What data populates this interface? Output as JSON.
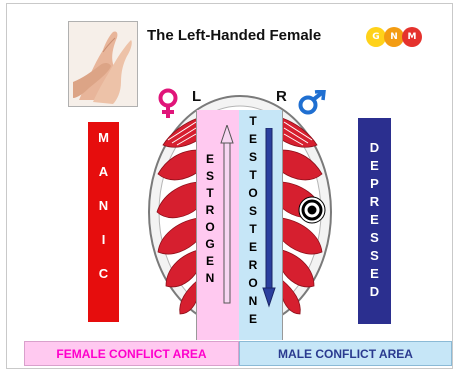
{
  "title": "The Left-Handed Female",
  "logo": {
    "letters": [
      "G",
      "N",
      "M"
    ],
    "colors": [
      "#ffd21a",
      "#f39c12",
      "#e5322d"
    ]
  },
  "sides": {
    "left": "L",
    "right": "R"
  },
  "icons": {
    "female": "female-symbol-icon",
    "male": "male-symbol-icon",
    "target": "target-icon",
    "hands": "hands-photo"
  },
  "bars": {
    "manic": {
      "letters": [
        "M",
        "A",
        "N",
        "I",
        "C"
      ],
      "color": "#e60d0d"
    },
    "depressed": {
      "letters": [
        "D",
        "E",
        "P",
        "R",
        "E",
        "S",
        "S",
        "E",
        "D"
      ],
      "color": "#2b2f8f"
    }
  },
  "columns": {
    "estrogen": {
      "letters": [
        "E",
        "S",
        "T",
        "R",
        "O",
        "G",
        "E",
        "N"
      ]
    },
    "testosterone": {
      "letters": [
        "T",
        "E",
        "S",
        "T",
        "O",
        "S",
        "T",
        "E",
        "R",
        "O",
        "N",
        "E"
      ]
    }
  },
  "areas": {
    "female": "FEMALE CONFLICT AREA",
    "male": "MALE CONFLICT AREA"
  },
  "colors": {
    "female_area": "#ffc9f0",
    "female_text": "#ff00cc",
    "male_area": "#c6e6f7",
    "male_text": "#2a3a8f",
    "lobe_red": "#d61f2f",
    "female_symbol": "#e0157a",
    "male_symbol": "#1f6fd1"
  }
}
